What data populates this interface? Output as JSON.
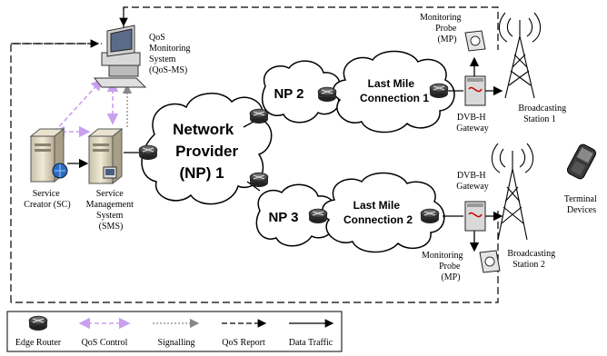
{
  "labels": {
    "qos_ms": [
      "QoS",
      "Monitoring",
      "System",
      "(QoS-MS)"
    ],
    "service_creator": [
      "Service",
      "Creator (SC)"
    ],
    "sms": [
      "Service",
      "Management",
      "System",
      "(SMS)"
    ],
    "np1": [
      "Network",
      "Provider",
      "(NP) 1"
    ],
    "np2": "NP 2",
    "np3": "NP 3",
    "lm1": [
      "Last Mile",
      "Connection 1"
    ],
    "lm2": [
      "Last Mile",
      "Connection 2"
    ],
    "mp_top": [
      "Monitoring",
      "Probe",
      "(MP)"
    ],
    "mp_bottom": [
      "Monitoring",
      "Probe",
      "(MP)"
    ],
    "gw1": [
      "DVB-H",
      "Gateway"
    ],
    "gw2": [
      "DVB-H",
      "Gateway"
    ],
    "bs1": [
      "Broadcasting",
      "Station 1"
    ],
    "bs2": [
      "Broadcasting",
      "Station 2"
    ],
    "terminal": [
      "Terminal",
      "Devices"
    ]
  },
  "legend": {
    "edge_router": "Edge Router",
    "qos_control": "QoS Control",
    "signalling": "Signalling",
    "qos_report": "QoS Report",
    "data_traffic": "Data Traffic"
  },
  "colors": {
    "qos_control": "#c9a0f0",
    "signalling": "#888888",
    "router": "#3a3a3a"
  }
}
